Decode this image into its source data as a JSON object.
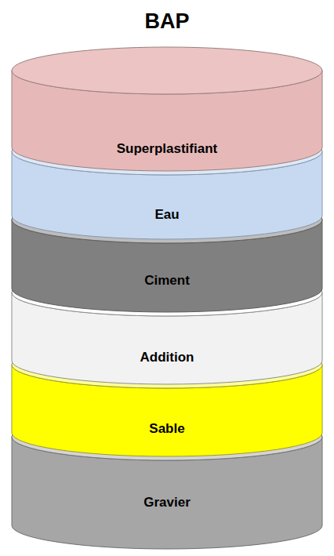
{
  "diagram": {
    "title": "BAP",
    "nodes": [
      {
        "text": [
          "Superplastifiant"
        ]
      },
      {
        "text": [
          "Eau"
        ]
      },
      {
        "text": [
          "Ciment"
        ]
      },
      {
        "text": [
          "Addition"
        ]
      },
      {
        "text": [
          "Sable"
        ]
      },
      {
        "text": [
          "Gravier"
        ]
      }
    ]
  }
}
